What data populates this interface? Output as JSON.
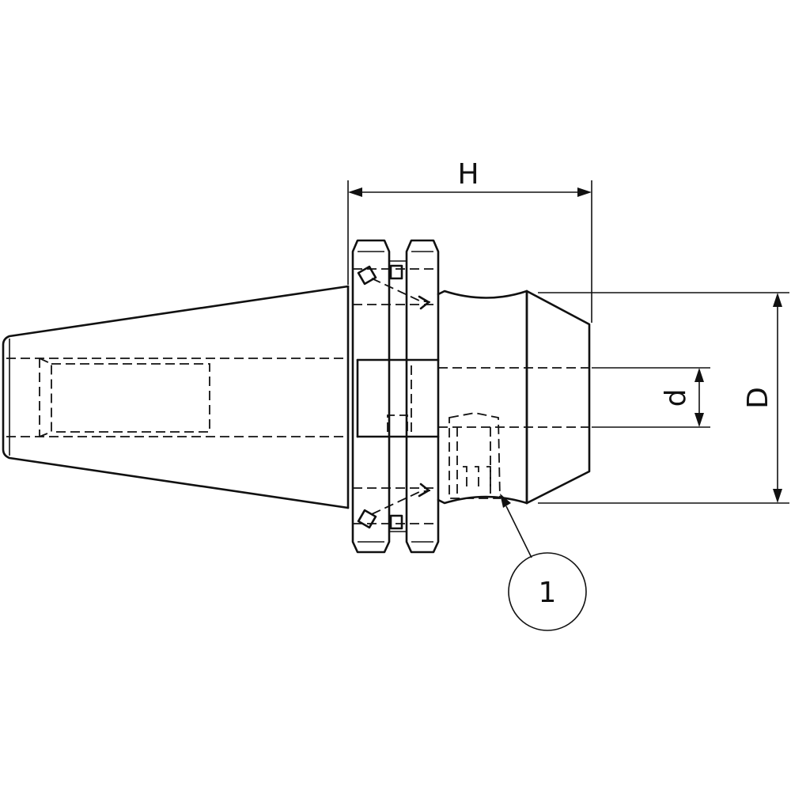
{
  "drawing": {
    "dimensions": {
      "overall_length": "H",
      "bore_diameter": "d",
      "outer_diameter": "D"
    },
    "callouts": [
      {
        "number": "1"
      }
    ]
  }
}
